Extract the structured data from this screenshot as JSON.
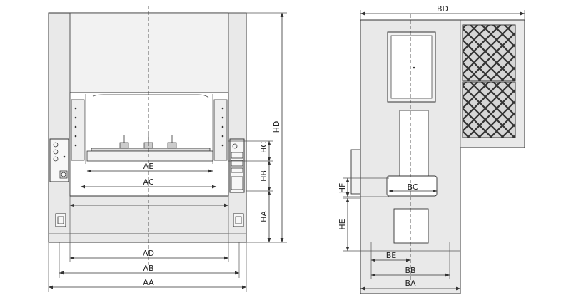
{
  "front_view": {
    "labels": {
      "AA": "AA",
      "AB": "AB",
      "AD": "AD",
      "AE": "AE",
      "AC": "AC",
      "HA": "HA",
      "HB": "HB",
      "HC": "HC",
      "HD": "HD"
    }
  },
  "side_view": {
    "labels": {
      "BD": "BD",
      "BA": "BA",
      "BB": "BB",
      "BE": "BE",
      "BC": "BC",
      "HE": "HE",
      "HF": "HF"
    }
  }
}
